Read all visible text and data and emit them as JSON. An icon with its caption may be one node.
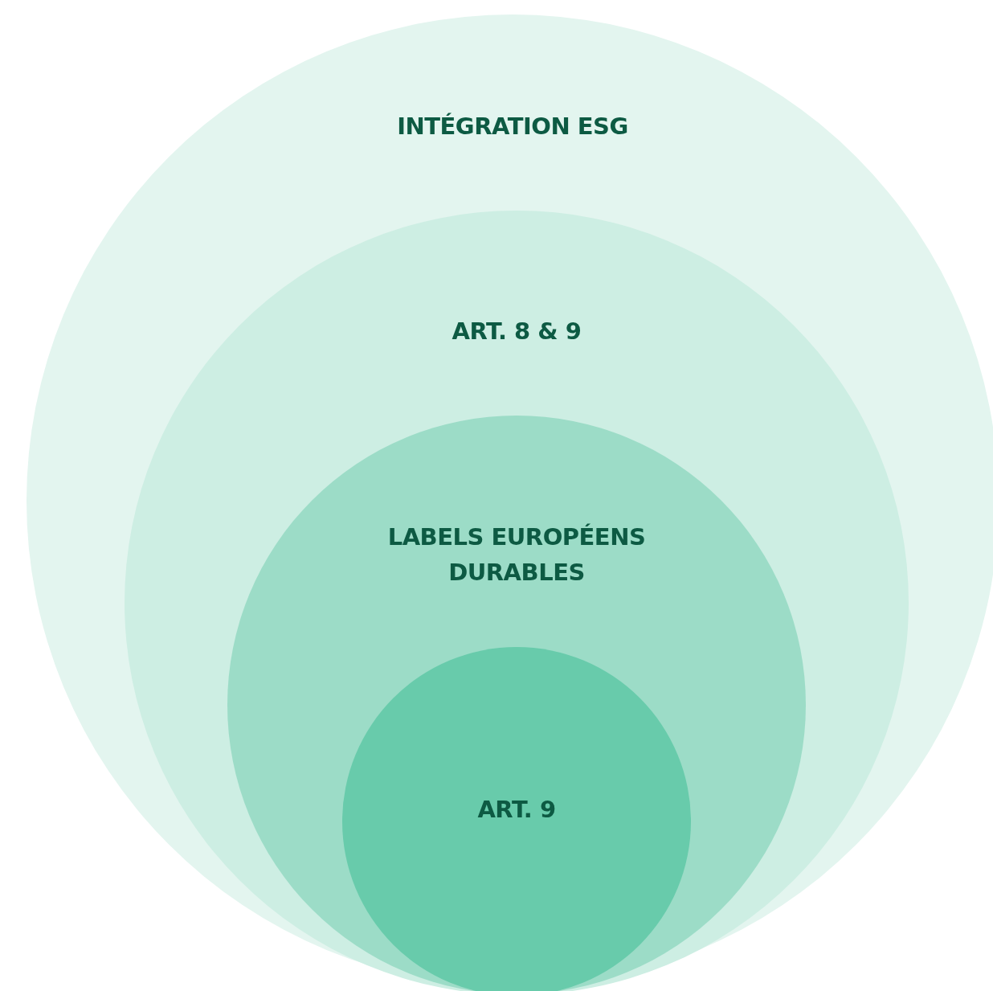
{
  "diagram": {
    "nodes": [
      {
        "text": [
          "INTÉGRATION ESG"
        ]
      },
      {
        "text": [
          "ART. 8 & 9"
        ],
        "in": 0
      },
      {
        "text": [
          "LABELS EUROPÉENS DURABLES"
        ],
        "in": 1
      },
      {
        "text": [
          "ART. 9"
        ],
        "in": 2
      }
    ]
  }
}
